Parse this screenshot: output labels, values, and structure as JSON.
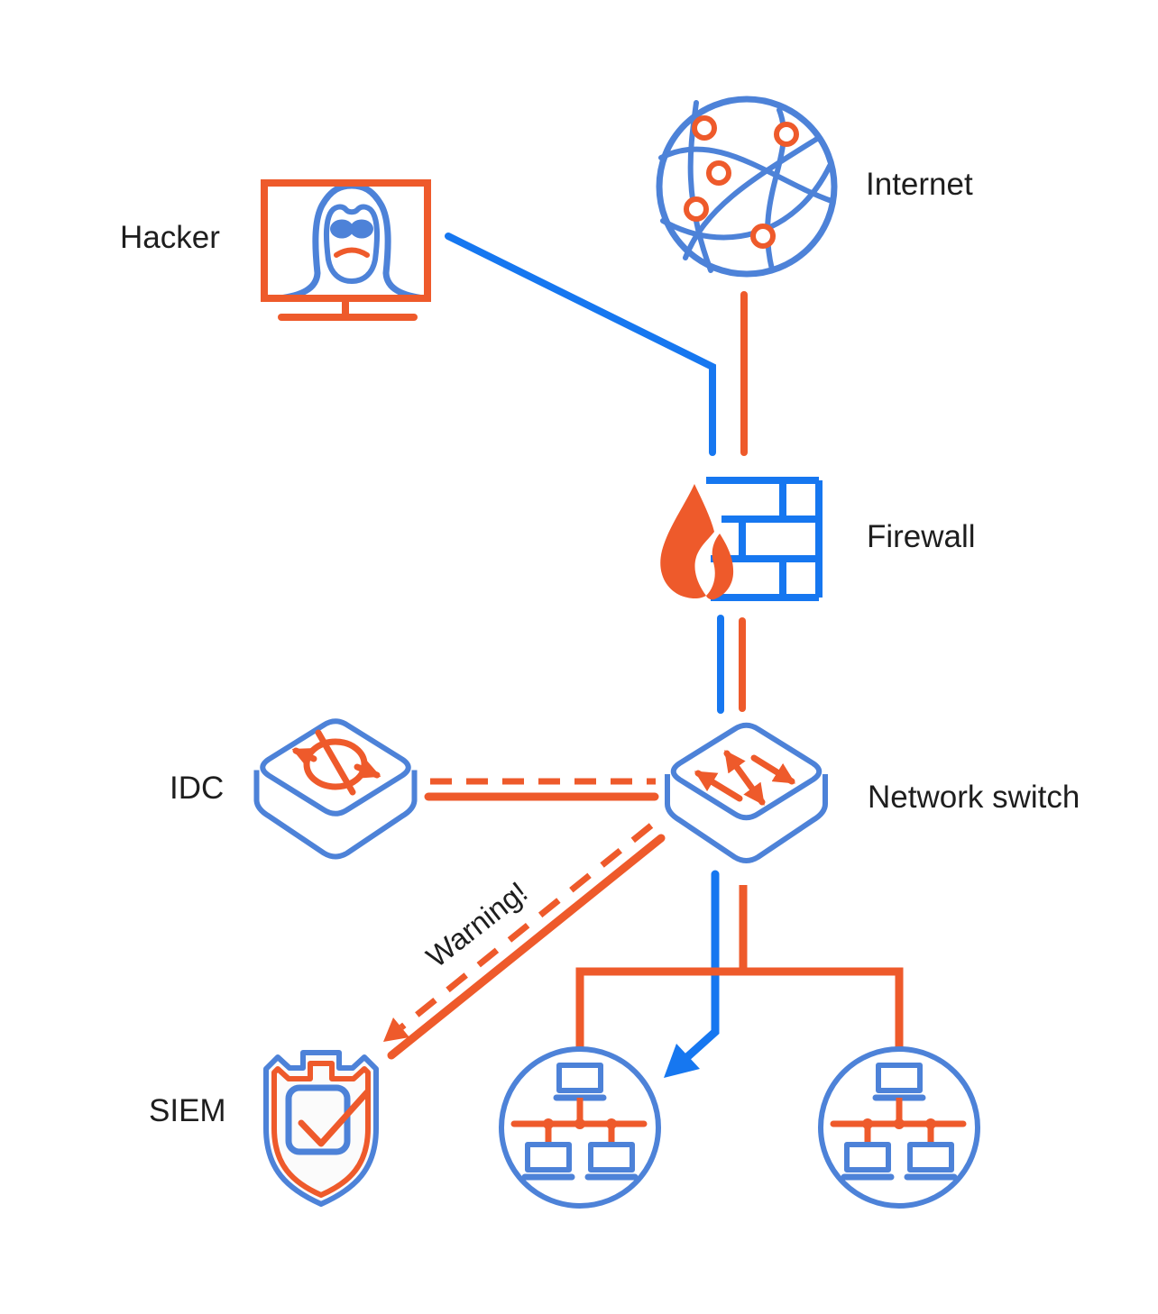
{
  "colors": {
    "connector_blue": "#1677F0",
    "icon_blue": "#4D82D8",
    "orange": "#EE5A2B",
    "label_text": "#1E1E1E",
    "background": "#FFFFFF"
  },
  "labels": {
    "hacker": "Hacker",
    "internet": "Internet",
    "firewall": "Firewall",
    "network_switch": "Network switch",
    "idc": "IDC",
    "siem": "SIEM",
    "warning": "Warning!"
  },
  "nodes": [
    {
      "id": "internet",
      "label": "Internet",
      "icon": "globe-network"
    },
    {
      "id": "hacker",
      "label": "Hacker",
      "icon": "hacker-on-monitor"
    },
    {
      "id": "firewall",
      "label": "Firewall",
      "icon": "brick-wall-flame"
    },
    {
      "id": "network_switch",
      "label": "Network switch",
      "icon": "switch-3d-box-arrows"
    },
    {
      "id": "idc",
      "label": "IDC",
      "icon": "3d-box-sync-arrows"
    },
    {
      "id": "siem",
      "label": "SIEM",
      "icon": "castle-shield-checkmark"
    },
    {
      "id": "lan_left",
      "label": "",
      "icon": "lan-segment-circle"
    },
    {
      "id": "lan_right",
      "label": "",
      "icon": "lan-segment-circle"
    }
  ],
  "connections": [
    {
      "from": "hacker",
      "to": "firewall",
      "style": "solid",
      "color": "connector_blue"
    },
    {
      "from": "internet",
      "to": "firewall",
      "style": "solid",
      "color": "orange"
    },
    {
      "from": "firewall",
      "to": "network_switch",
      "style": "solid",
      "color": "connector_blue"
    },
    {
      "from": "firewall",
      "to": "network_switch",
      "style": "solid",
      "color": "orange"
    },
    {
      "from": "idc",
      "to": "network_switch",
      "style": "dashed",
      "color": "orange"
    },
    {
      "from": "idc",
      "to": "network_switch",
      "style": "solid",
      "color": "orange"
    },
    {
      "from": "network_switch",
      "to": "siem",
      "style": "dashed-arrow",
      "color": "orange",
      "label": "Warning!"
    },
    {
      "from": "network_switch",
      "to": "siem",
      "style": "solid",
      "color": "orange"
    },
    {
      "from": "network_switch",
      "to": "lan_left",
      "style": "solid-arrow",
      "color": "connector_blue"
    },
    {
      "from": "network_switch",
      "to": "lan_left",
      "style": "solid",
      "color": "orange"
    },
    {
      "from": "network_switch",
      "to": "lan_right",
      "style": "solid",
      "color": "orange"
    }
  ]
}
